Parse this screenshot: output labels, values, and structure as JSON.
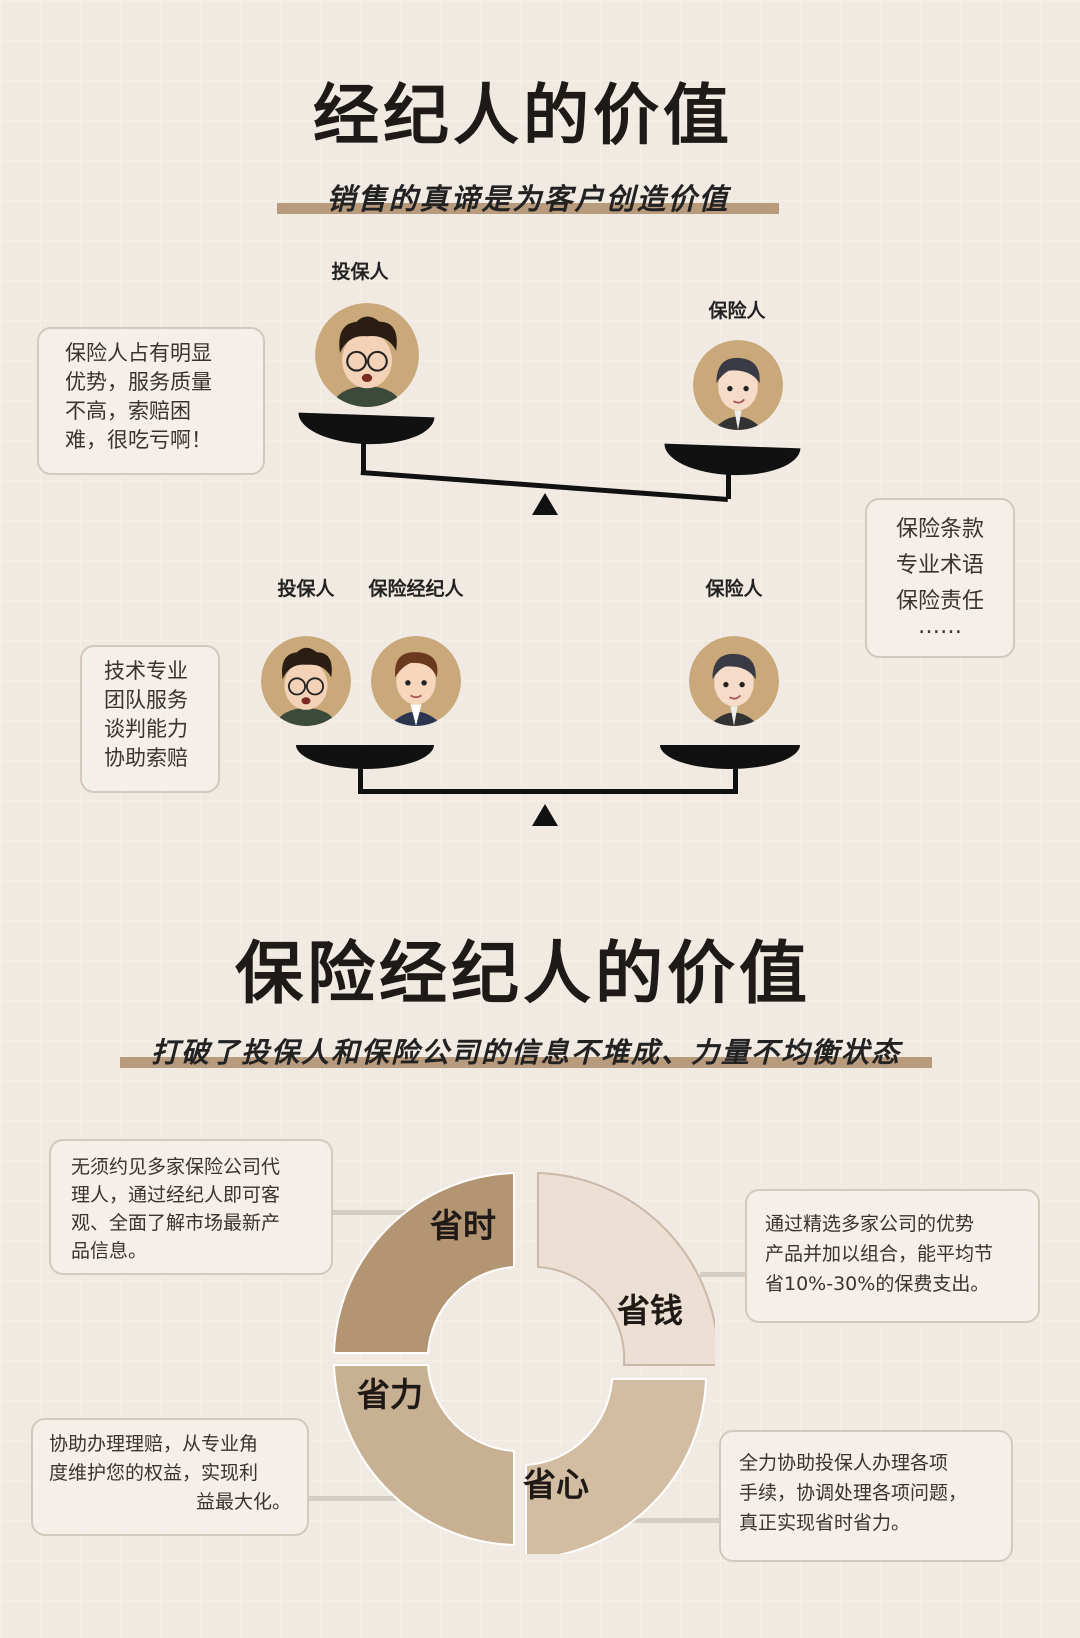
{
  "section1": {
    "title": "经纪人的价值",
    "subtitle": "销售的真谛是为客户创造价值",
    "scale1": {
      "left_label": "投保人",
      "right_label": "保险人"
    },
    "left_note": [
      "保险人占有明显",
      "优势，服务质量",
      "不高，索赔困",
      "难，很吃亏啊！"
    ],
    "right_note": [
      "保险条款",
      "专业术语",
      "保险责任",
      "……"
    ],
    "scale2": {
      "left_label": "投保人",
      "middle_label": "保险经纪人",
      "right_label": "保险人"
    },
    "broker_note": [
      "技术专业",
      "团队服务",
      "谈判能力",
      "协助索赔"
    ]
  },
  "section2": {
    "title": "保险经纪人的价值",
    "subtitle": "打破了投保人和保险公司的信息不堆成、力量不均衡状态",
    "segments": [
      {
        "label": "省时",
        "color": "#b39574",
        "note": [
          "无须约见多家保险公司代",
          "理人，通过经纪人即可客",
          "观、全面了解市场最新产",
          "品信息。"
        ]
      },
      {
        "label": "省钱",
        "color": "#ebe0d3",
        "note": [
          "通过精选多家公司的优势",
          "产品并加以组合，能平均节",
          "省10%-30%的保费支出。"
        ]
      },
      {
        "label": "省心",
        "color": "#d2bda3",
        "note": [
          "全力协助投保人办理各项",
          "手续，协调处理各项问题，",
          "真正实现省时省力。"
        ]
      },
      {
        "label": "省力",
        "color": "#c8b092",
        "note": [
          "协助办理理赔，从专业角",
          "度维护您的权益，实现利",
          "益最大化。"
        ]
      }
    ]
  }
}
